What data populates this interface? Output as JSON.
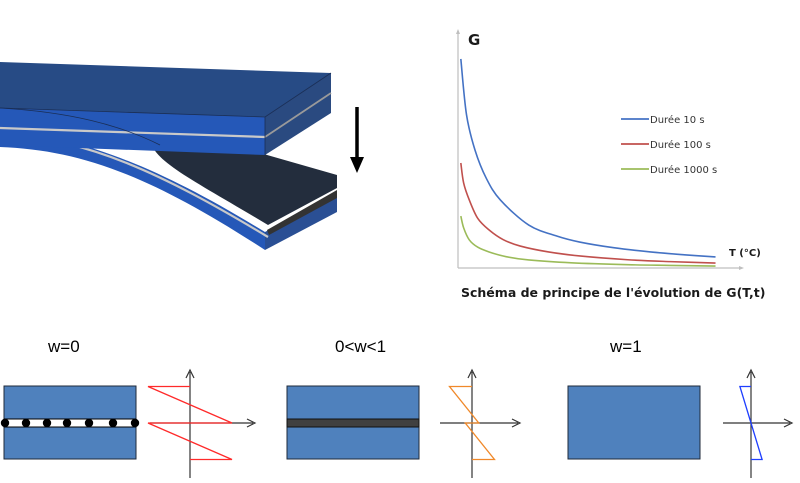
{
  "beam_illustration": {
    "description": "3D delaminated composite beam with downward load arrow",
    "arrow_icon": "down-arrow"
  },
  "chart_data": {
    "type": "line",
    "title": "Schéma de principe de l'évolution de G(T,t)",
    "xlabel": "T (°C)",
    "ylabel": "G",
    "xlim": [
      0,
      1
    ],
    "ylim": [
      0,
      1
    ],
    "grid": false,
    "legend_position": "right",
    "series": [
      {
        "name": "Durée 10 s",
        "color": "#4472c4",
        "points": [
          [
            0.01,
            0.886
          ],
          [
            0.03,
            0.65
          ],
          [
            0.06,
            0.5
          ],
          [
            0.1,
            0.38
          ],
          [
            0.15,
            0.288
          ],
          [
            0.25,
            0.182
          ],
          [
            0.35,
            0.135
          ],
          [
            0.43,
            0.11
          ],
          [
            0.55,
            0.086
          ],
          [
            0.68,
            0.068
          ],
          [
            0.8,
            0.056
          ],
          [
            0.91,
            0.047
          ]
        ]
      },
      {
        "name": "Durée 100 s",
        "color": "#c0504d",
        "points": [
          [
            0.01,
            0.445
          ],
          [
            0.02,
            0.36
          ],
          [
            0.04,
            0.288
          ],
          [
            0.07,
            0.21
          ],
          [
            0.11,
            0.161
          ],
          [
            0.16,
            0.12
          ],
          [
            0.22,
            0.093
          ],
          [
            0.32,
            0.068
          ],
          [
            0.43,
            0.051
          ],
          [
            0.6,
            0.035
          ],
          [
            0.75,
            0.027
          ],
          [
            0.91,
            0.021
          ]
        ]
      },
      {
        "name": "Durée 1000 s",
        "color": "#9bbb59",
        "points": [
          [
            0.01,
            0.22
          ],
          [
            0.02,
            0.17
          ],
          [
            0.04,
            0.119
          ],
          [
            0.07,
            0.088
          ],
          [
            0.11,
            0.068
          ],
          [
            0.17,
            0.048
          ],
          [
            0.25,
            0.034
          ],
          [
            0.4,
            0.022
          ],
          [
            0.6,
            0.014
          ],
          [
            0.75,
            0.011
          ],
          [
            0.91,
            0.008
          ]
        ]
      }
    ]
  },
  "cases": [
    {
      "label": "w=0",
      "interface": "cohesive-dashed",
      "stress_color": "#ff2a2a",
      "stress_profile": [
        [
          0,
          1
        ],
        [
          -1,
          1
        ],
        [
          1,
          0
        ],
        [
          -1,
          0
        ],
        [
          1,
          -1
        ],
        [
          0,
          -1
        ]
      ]
    },
    {
      "label": "0<w<1",
      "interface": "dark-layer",
      "stress_color": "#f0892a",
      "stress_profile": [
        [
          0,
          1
        ],
        [
          -0.5,
          1
        ],
        [
          0.15,
          0
        ],
        [
          -0.15,
          0
        ],
        [
          0.5,
          -1
        ],
        [
          0,
          -1
        ]
      ]
    },
    {
      "label": "w=1",
      "interface": "none",
      "stress_color": "#1f3fff",
      "stress_profile": [
        [
          0,
          1
        ],
        [
          -0.3,
          1
        ],
        [
          0.3,
          -1
        ],
        [
          0,
          -1
        ]
      ]
    }
  ],
  "colors": {
    "laminate_blue": "#4f81bd",
    "beam_top": "#274b85",
    "beam_front": "#2558b8",
    "beam_dark": "#232d3d"
  }
}
